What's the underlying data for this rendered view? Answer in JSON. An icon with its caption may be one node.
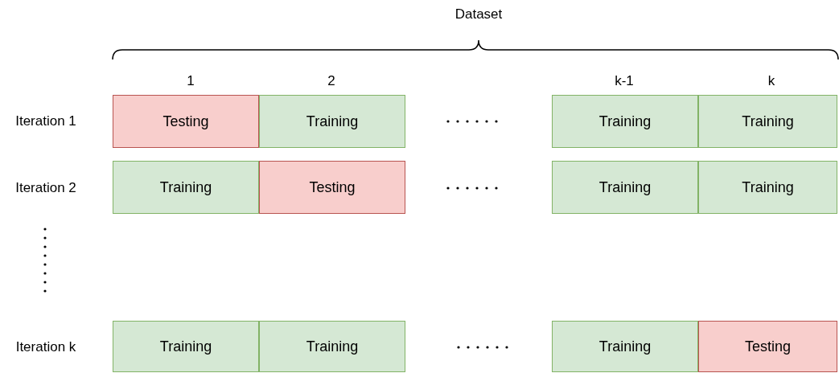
{
  "diagram": {
    "nodes": [
      {
        "text": [
          "Testing"
        ]
      },
      {
        "text": [
          "Training"
        ]
      },
      {
        "text": [
          "Training"
        ]
      },
      {
        "text": [
          "Training"
        ]
      },
      {
        "text": [
          "Training"
        ]
      },
      {
        "text": [
          "Testing"
        ]
      },
      {
        "text": [
          "Training"
        ]
      },
      {
        "text": [
          "Training"
        ]
      },
      {
        "text": [
          "Training"
        ]
      },
      {
        "text": [
          "Training"
        ]
      },
      {
        "text": [
          "Training"
        ]
      },
      {
        "text": [
          "Testing"
        ]
      }
    ],
    "labels": [
      "Dataset",
      "1",
      "2",
      "k-1",
      "k",
      "Iteration 1",
      "Iteration 2",
      "Iteration k"
    ]
  }
}
